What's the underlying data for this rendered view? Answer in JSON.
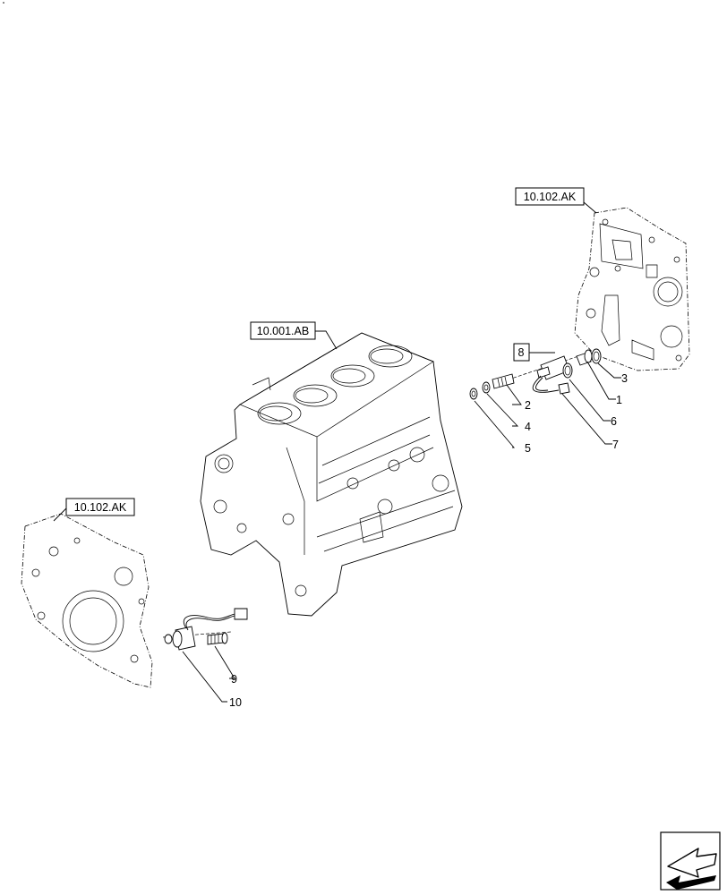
{
  "references": {
    "top_right_ref": "10.102.AK",
    "engine_block_ref": "10.001.AB",
    "left_ref": "10.102.AK",
    "kit_ref": "8"
  },
  "callouts": [
    "1",
    "2",
    "3",
    "4",
    "5",
    "6",
    "7",
    "9",
    "10"
  ],
  "nav": {
    "icon": "next-page-arrow-icon"
  }
}
